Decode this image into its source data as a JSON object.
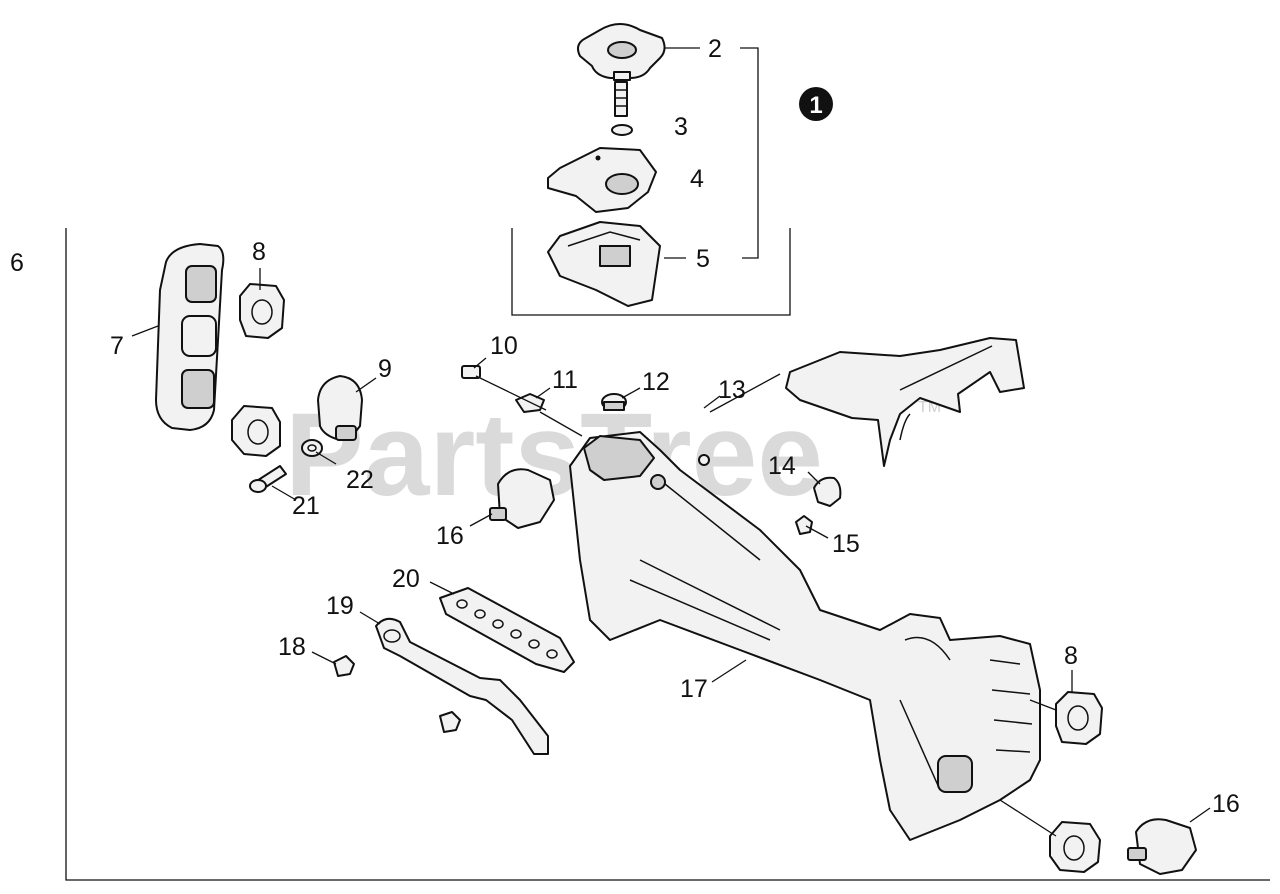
{
  "watermark": {
    "text": "PartsTree",
    "trademark": "TM"
  },
  "assembly_badge": {
    "label": "1"
  },
  "callouts": {
    "c2": "2",
    "c3": "3",
    "c4": "4",
    "c5": "5",
    "c6": "6",
    "c7": "7",
    "c8a": "8",
    "c8b": "8",
    "c9": "9",
    "c10": "10",
    "c11": "11",
    "c12": "12",
    "c13": "13",
    "c14": "14",
    "c15": "15",
    "c16a": "16",
    "c16b": "16",
    "c17": "17",
    "c18": "18",
    "c19": "19",
    "c20": "20",
    "c21": "21",
    "c22": "22"
  },
  "colors": {
    "line": "#111111",
    "watermark": "#d4d4d4",
    "background": "#ffffff"
  }
}
